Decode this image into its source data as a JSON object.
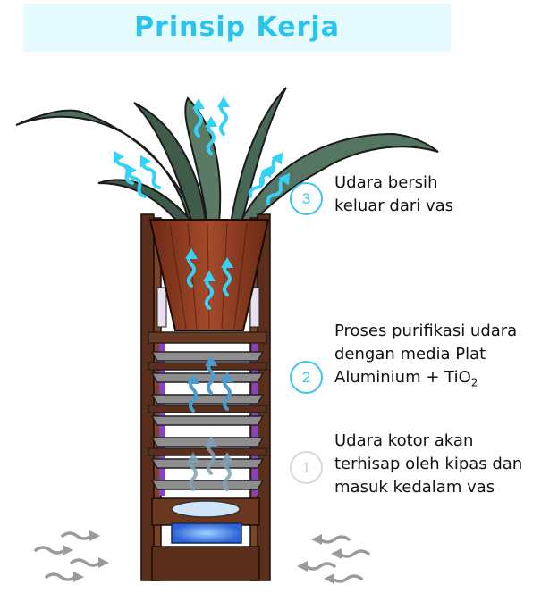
{
  "title": "Prinsip Kerja",
  "steps": [
    {
      "number": "3",
      "lines": [
        "Udara bersih",
        "keluar dari vas"
      ],
      "active": true
    },
    {
      "number": "2",
      "lines": [
        "Proses purifikasi udara",
        "dengan media Plat"
      ],
      "last_line_prefix": "Aluminium + TiO",
      "last_line_sub": "2",
      "active": true
    },
    {
      "number": "1",
      "lines": [
        "Udara kotor akan",
        "terhisap oleh kipas dan",
        "masuk kedalam vas"
      ],
      "active": false
    }
  ],
  "colors": {
    "title": "#28c3ef",
    "title_band": "#e6fbfe",
    "clean_air_arrow": "#35d2f5",
    "dirty_air_arrow": "#9a9a9a",
    "wood_frame": "#5a2e1a",
    "pot": "#8a3a22",
    "leaf": "#4a6a55",
    "plate": "#8e8e90",
    "purple_led": "#8a3fc8",
    "fan": "#3a78e8"
  },
  "icons": [
    "plant-icon",
    "pot-icon",
    "clean-air-arrow-icon",
    "purifying-arrow-icon",
    "dirty-air-arrow-icon",
    "fan-icon"
  ]
}
